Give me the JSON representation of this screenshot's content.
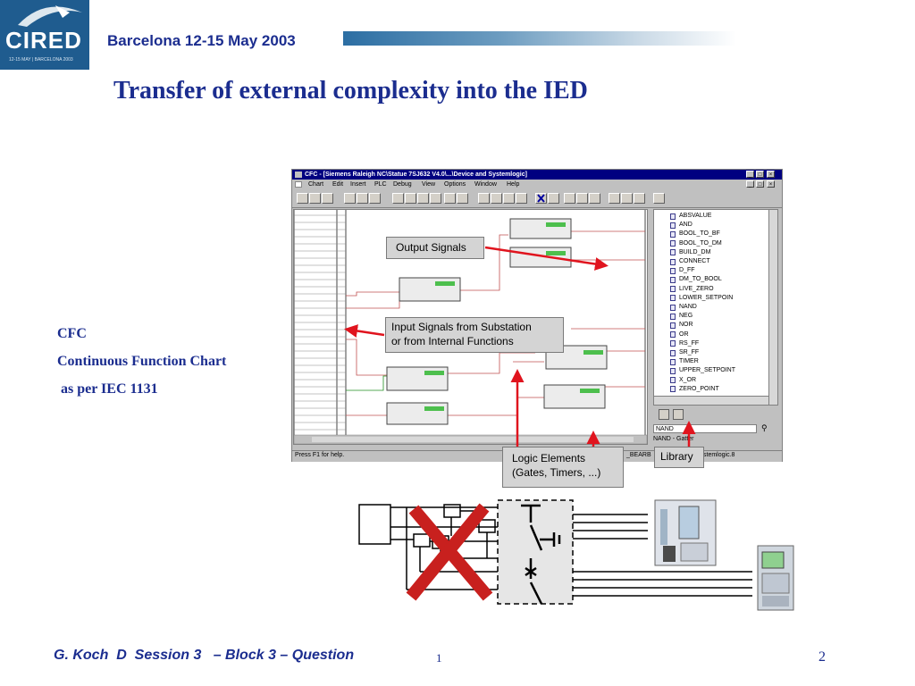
{
  "header": {
    "logo_text": "CIRED",
    "logo_sub": "12-15 MAY | BARCELONA 2003",
    "conference": "Barcelona  12-15 May 2003",
    "title": "Transfer of external complexity into the IED"
  },
  "left_text": {
    "line1": "CFC",
    "line2": "Continuous Function Chart",
    "line3": " as per IEC 1131"
  },
  "app": {
    "title": "CFC - [Siemens Raleigh NC\\Statue 7SJ632 V4.0\\...\\Device and Systemlogic]",
    "menu": [
      "Chart",
      "Edit",
      "Insert",
      "PLC",
      "Debug",
      "View",
      "Options",
      "Window",
      "Help"
    ],
    "library_items": [
      "ABSVALUE",
      "AND",
      "BOOL_TO_BF",
      "BOOL_TO_DM",
      "BUILD_DM",
      "CONNECT",
      "D_FF",
      "DM_TO_BOOL",
      "LIVE_ZERO",
      "LOWER_SETPOIN",
      "NAND",
      "NEG",
      "NOR",
      "OR",
      "RS_FF",
      "SR_FF",
      "TIMER",
      "UPPER_SETPOINT",
      "X_OR",
      "ZERO_POINT"
    ],
    "library_selected": "NAND",
    "library_desc": "NAND - Gatter",
    "status_left": "Press F1 for help.",
    "status_mid": "_BEARB",
    "status_right": "stemlogic.8"
  },
  "callouts": {
    "output": "Output Signals",
    "input_line1": "Input Signals from Substation",
    "input_line2": "or from Internal Functions",
    "logic_line1": "Logic Elements",
    "logic_line2": "(Gates, Timers, ...)",
    "library": "Library"
  },
  "footer": {
    "text": "G. Koch  D  Session 3   – Block 3 – Question ",
    "num": "1",
    "page": "2"
  },
  "colors": {
    "brand_blue": "#1b2d8f",
    "arrow_red": "#e0141e",
    "cross_red": "#c8201e"
  }
}
